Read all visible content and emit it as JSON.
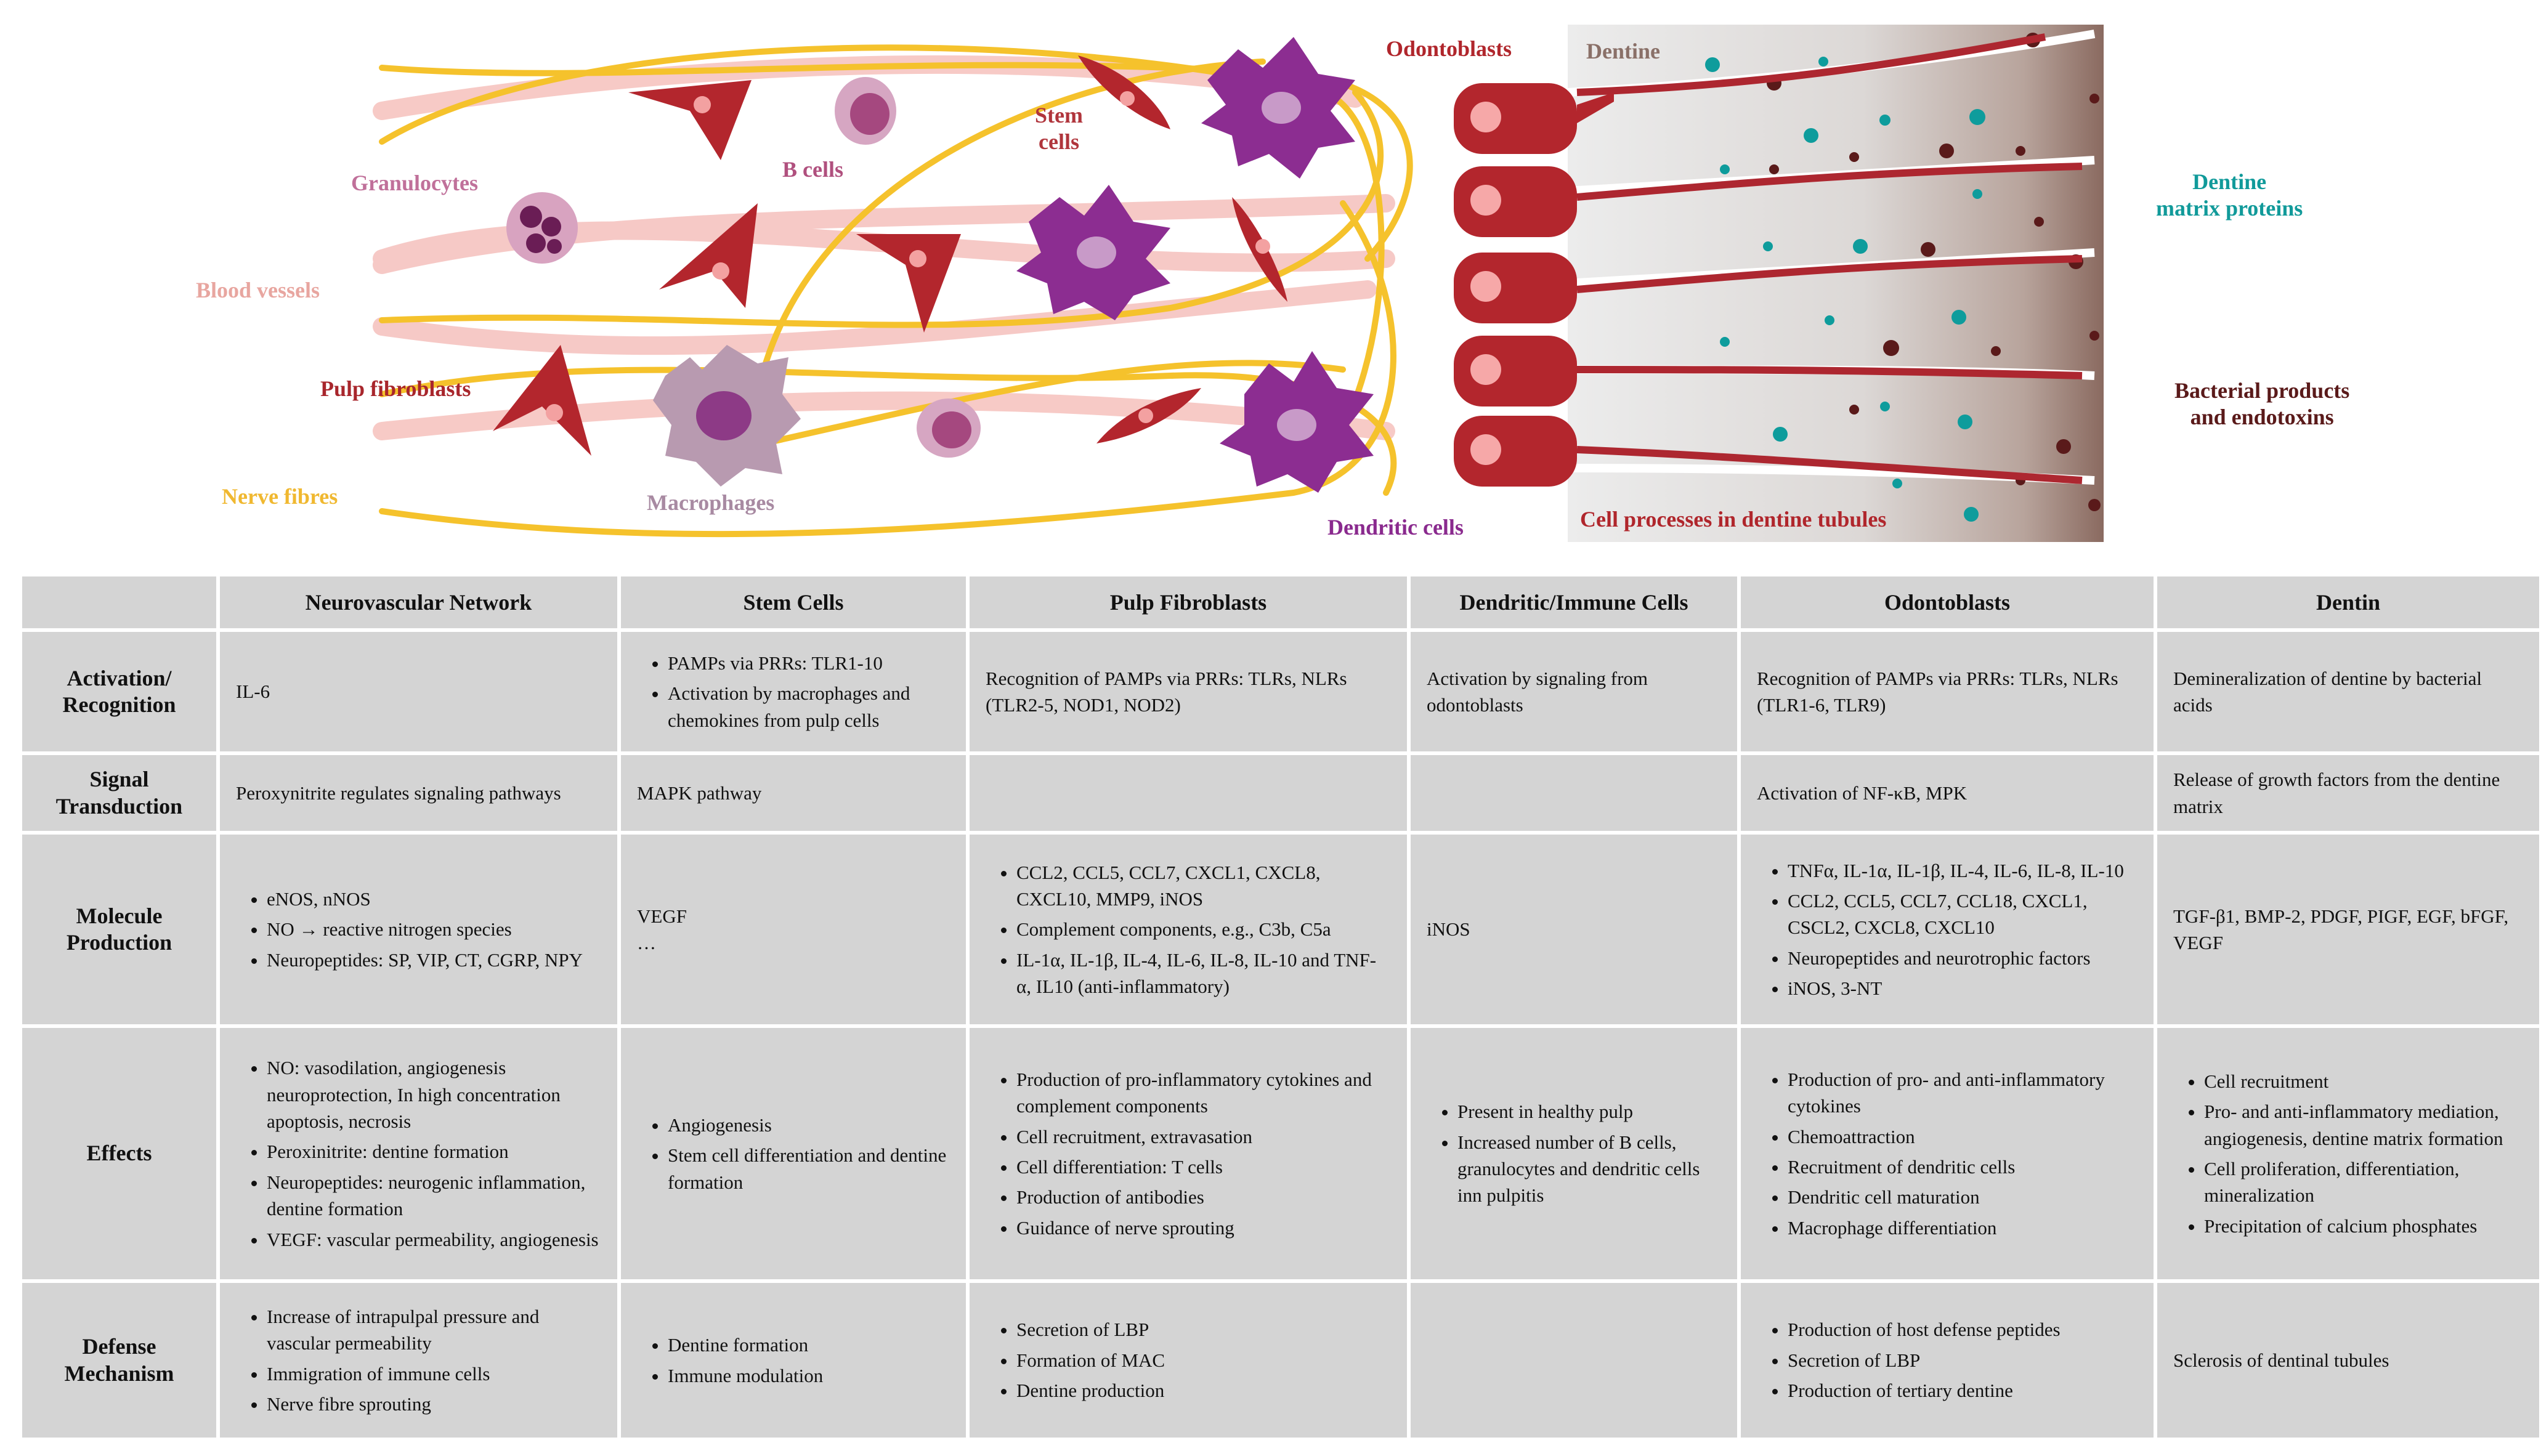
{
  "illustration": {
    "labels": {
      "granulocytes": "Granulocytes",
      "b_cells": "B cells",
      "stem_cells": "Stem\ncells",
      "odontoblasts": "Odontoblasts",
      "dentine": "Dentine",
      "dentine_matrix_proteins": "Dentine\nmatrix proteins",
      "blood_vessels": "Blood vessels",
      "pulp_fibroblasts": "Pulp fibroblasts",
      "nerve_fibres": "Nerve fibres",
      "macrophages": "Macrophages",
      "dendritic_cells": "Dendritic cells",
      "bacterial_products": "Bacterial products\nand endotoxins",
      "cell_processes": "Cell processes in dentine tubules"
    },
    "colors": {
      "granulocytes": "#c0709a",
      "b_cells": "#b0507e",
      "stem_cells": "#b0353c",
      "odontoblasts": "#b0262c",
      "dentine": "#8a7068",
      "dentine_matrix_proteins": "#119a9a",
      "blood_vessels": "#e8a6a0",
      "pulp_fibroblasts": "#a8262c",
      "nerve_fibres": "#f0b830",
      "macrophages": "#a88aa2",
      "dendritic_cells": "#8a2a8e",
      "bacterial_products": "#5a1a1a",
      "cell_processes": "#b0262c"
    }
  },
  "table": {
    "columns": [
      "",
      "Neurovascular Network",
      "Stem Cells",
      "Pulp Fibroblasts",
      "Dendritic/Immune Cells",
      "Odontoblasts",
      "Dentin"
    ],
    "rows": [
      {
        "header": "Activation/\nRecognition",
        "cells": [
          {
            "items": [
              "IL-6"
            ],
            "bullet": false
          },
          {
            "items": [
              "PAMPs via PRRs: TLR1-10",
              "Activation by macrophages and chemokines from pulp cells"
            ],
            "bullet": true
          },
          {
            "items": [
              "Recognition of PAMPs via PRRs: TLRs, NLRs (TLR2-5, NOD1, NOD2)"
            ],
            "bullet": false
          },
          {
            "items": [
              "Activation by signaling from odontoblasts"
            ],
            "bullet": false
          },
          {
            "items": [
              "Recognition of PAMPs via PRRs: TLRs, NLRs (TLR1-6, TLR9)"
            ],
            "bullet": false
          },
          {
            "items": [
              "Demineralization of dentine by bacterial acids"
            ],
            "bullet": false
          }
        ]
      },
      {
        "header": "Signal\nTransduction",
        "cells": [
          {
            "items": [
              "Peroxynitrite regulates signaling pathways"
            ],
            "bullet": false
          },
          {
            "items": [
              "MAPK pathway"
            ],
            "bullet": false
          },
          {
            "items": [],
            "bullet": false
          },
          {
            "items": [],
            "bullet": false
          },
          {
            "items": [
              "Activation of NF-κB, MPK"
            ],
            "bullet": false
          },
          {
            "items": [
              "Release of growth factors from the dentine matrix"
            ],
            "bullet": false
          }
        ]
      },
      {
        "header": "Molecule\nProduction",
        "cells": [
          {
            "items": [
              "eNOS, nNOS",
              "NO → reactive nitrogen species",
              "Neuropeptides: SP, VIP, CT, CGRP, NPY"
            ],
            "bullet": true
          },
          {
            "items": [
              "VEGF",
              "…"
            ],
            "bullet": false
          },
          {
            "items": [
              "CCL2, CCL5, CCL7, CXCL1, CXCL8, CXCL10, MMP9, iNOS",
              "Complement components, e.g., C3b, C5a",
              "IL-1α, IL-1β, IL-4, IL-6, IL-8, IL-10 and TNF-α, IL10 (anti-inflammatory)"
            ],
            "bullet": true
          },
          {
            "items": [
              "iNOS"
            ],
            "bullet": false
          },
          {
            "items": [
              "TNFα, IL-1α, IL-1β, IL-4, IL-6, IL-8, IL-10",
              "CCL2, CCL5, CCL7, CCL18, CXCL1, CSCL2, CXCL8, CXCL10",
              "Neuropeptides and neurotrophic factors",
              "iNOS, 3-NT"
            ],
            "bullet": true
          },
          {
            "items": [
              "TGF-β1, BMP-2, PDGF, PIGF, EGF, bFGF, VEGF"
            ],
            "bullet": false
          }
        ]
      },
      {
        "header": "Effects",
        "cells": [
          {
            "items": [
              "NO: vasodilation, angiogenesis neuroprotection, In high concentration apoptosis, necrosis",
              "Peroxinitrite: dentine formation",
              "Neuropeptides: neurogenic inflammation, dentine formation",
              "VEGF: vascular permeability, angiogenesis"
            ],
            "bullet": true
          },
          {
            "items": [
              "Angiogenesis",
              "Stem cell differentiation and dentine formation"
            ],
            "bullet": true
          },
          {
            "items": [
              "Production of pro-inflammatory cytokines and complement components",
              "Cell recruitment, extravasation",
              "Cell differentiation: T cells",
              "Production of antibodies",
              "Guidance of nerve sprouting"
            ],
            "bullet": true
          },
          {
            "items": [
              "Present in healthy pulp",
              "Increased number of B cells, granulocytes and dendritic cells inn pulpitis"
            ],
            "bullet": true
          },
          {
            "items": [
              "Production of pro- and anti-inflammatory cytokines",
              "Chemoattraction",
              "Recruitment of dendritic cells",
              "Dendritic cell maturation",
              "Macrophage differentiation"
            ],
            "bullet": true
          },
          {
            "items": [
              "Cell recruitment",
              "Pro- and anti-inflammatory mediation, angiogenesis, dentine matrix formation",
              "Cell proliferation, differentiation, mineralization",
              "Precipitation of calcium phosphates"
            ],
            "bullet": true
          }
        ]
      },
      {
        "header": "Defense\nMechanism",
        "cells": [
          {
            "items": [
              "Increase of intrapulpal pressure and vascular permeability",
              "Immigration of immune cells",
              "Nerve fibre sprouting"
            ],
            "bullet": true
          },
          {
            "items": [
              "Dentine formation",
              "Immune modulation"
            ],
            "bullet": true
          },
          {
            "items": [
              "Secretion of LBP",
              "Formation of MAC",
              "Dentine production"
            ],
            "bullet": true
          },
          {
            "items": [],
            "bullet": false
          },
          {
            "items": [
              "Production of host defense peptides",
              "Secretion of LBP",
              "Production of tertiary dentine"
            ],
            "bullet": true
          },
          {
            "items": [
              "Sclerosis of dentinal tubules"
            ],
            "bullet": false
          }
        ]
      }
    ]
  }
}
